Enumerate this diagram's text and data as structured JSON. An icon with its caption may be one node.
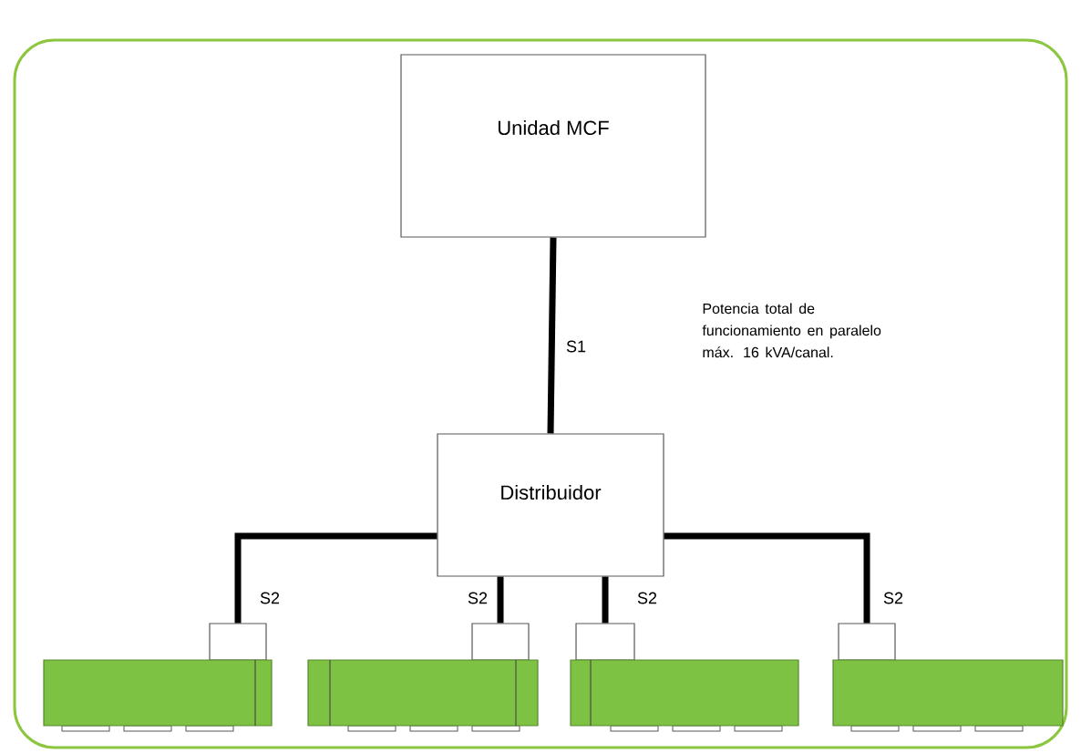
{
  "diagram": {
    "nodes": [
      {
        "text": [
          "Unidad MCF"
        ]
      },
      {
        "text": [
          "Distribuidor"
        ]
      },
      {
        "text": [],
        "shape": "box"
      },
      {
        "text": [],
        "shape": "box"
      },
      {
        "text": [],
        "shape": "box"
      },
      {
        "text": [],
        "shape": "box"
      },
      {
        "text": [],
        "shape": "box"
      },
      {
        "text": [],
        "shape": "box"
      },
      {
        "text": [],
        "shape": "box"
      },
      {
        "text": [],
        "shape": "box"
      }
    ],
    "edges": [
      {
        "from": 0,
        "to": 1,
        "arrow": "none",
        "label": "S1"
      },
      {
        "from": 1,
        "to": 2,
        "arrow": "none",
        "label": "S2"
      },
      {
        "from": 1,
        "to": 3,
        "arrow": "none",
        "label": "S2"
      },
      {
        "from": 1,
        "to": 4,
        "arrow": "none",
        "label": "S2"
      },
      {
        "from": 1,
        "to": 5,
        "arrow": "none",
        "label": "S2"
      }
    ],
    "labels": [
      "Potencia total de funcionamiento en paralelo máx. 16 kVA/canal."
    ]
  }
}
